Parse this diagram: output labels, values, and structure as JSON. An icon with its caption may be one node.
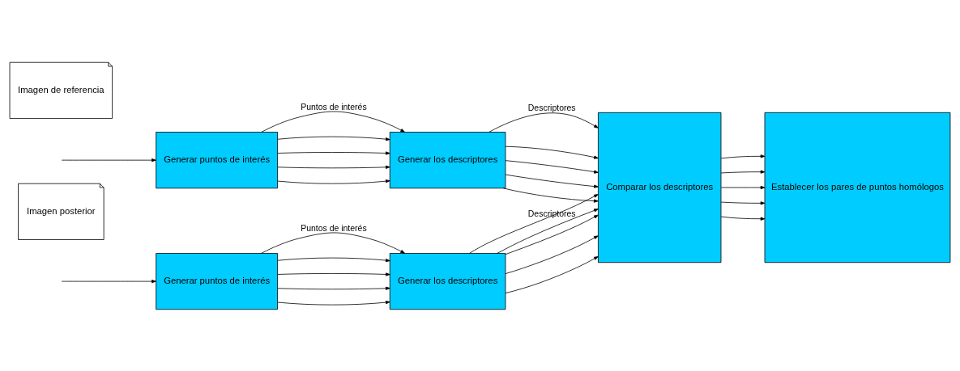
{
  "diagram": {
    "nodes": [
      {
        "text": [
          "Imagen de referencia"
        ]
      },
      {
        "text": [
          "Generar puntos de interés"
        ]
      },
      {
        "text": [
          "Generar los descriptores"
        ]
      },
      {
        "text": [
          "Imagen posterior"
        ]
      },
      {
        "text": [
          "Generar puntos de interés"
        ]
      },
      {
        "text": [
          "Generar los descriptores"
        ]
      },
      {
        "text": [
          "Comparar los descriptores"
        ]
      },
      {
        "text": [
          "Establecer los pares de puntos homólogos"
        ]
      }
    ],
    "edges": [
      {
        "from": null,
        "to": 1,
        "arrow": "to"
      },
      {
        "from": 1,
        "to": 2,
        "arrow": "to",
        "label": "Puntos de interés"
      },
      {
        "from": 1,
        "to": 2,
        "arrow": "to"
      },
      {
        "from": 1,
        "to": 2,
        "arrow": "to"
      },
      {
        "from": 1,
        "to": 2,
        "arrow": "to"
      },
      {
        "from": 1,
        "to": 2,
        "arrow": "to"
      },
      {
        "from": 2,
        "to": 6,
        "arrow": "to",
        "label": "Descriptores"
      },
      {
        "from": 2,
        "to": 6,
        "arrow": "to"
      },
      {
        "from": 2,
        "to": 6,
        "arrow": "to"
      },
      {
        "from": 2,
        "to": 6,
        "arrow": "to"
      },
      {
        "from": 2,
        "to": 6,
        "arrow": "to"
      },
      {
        "from": null,
        "to": 4,
        "arrow": "to"
      },
      {
        "from": 4,
        "to": 5,
        "arrow": "to",
        "label": "Puntos de interés"
      },
      {
        "from": 4,
        "to": 5,
        "arrow": "to"
      },
      {
        "from": 4,
        "to": 5,
        "arrow": "to"
      },
      {
        "from": 4,
        "to": 5,
        "arrow": "to"
      },
      {
        "from": 4,
        "to": 5,
        "arrow": "to"
      },
      {
        "from": 5,
        "to": 6,
        "arrow": "to",
        "label": "Descriptores"
      },
      {
        "from": 5,
        "to": 6,
        "arrow": "to"
      },
      {
        "from": 5,
        "to": 6,
        "arrow": "to"
      },
      {
        "from": 5,
        "to": 6,
        "arrow": "to"
      },
      {
        "from": 5,
        "to": 6,
        "arrow": "to"
      },
      {
        "from": 6,
        "to": 7,
        "arrow": "to"
      },
      {
        "from": 6,
        "to": 7,
        "arrow": "to"
      },
      {
        "from": 6,
        "to": 7,
        "arrow": "to"
      },
      {
        "from": 6,
        "to": 7,
        "arrow": "to"
      },
      {
        "from": 6,
        "to": 7,
        "arrow": "to"
      }
    ]
  }
}
